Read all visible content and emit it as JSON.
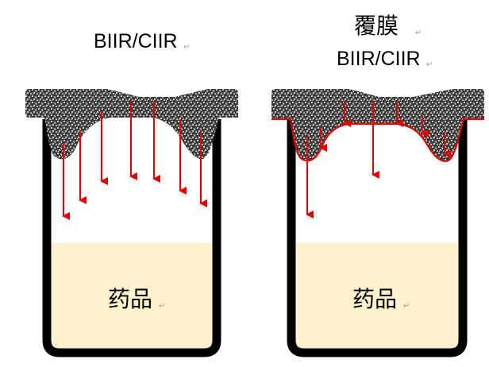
{
  "left_panel": {
    "title": "BIIR/CIIR",
    "drug_label": "药品",
    "return_mark": "↵"
  },
  "right_panel": {
    "title_line1": "覆膜",
    "title_line2": "BIIR/CIIR",
    "drug_label": "药品",
    "return_mark": "↵"
  },
  "colors": {
    "arrow": "#e00000",
    "film": "#e00000",
    "drug_fill": "#fff2cc",
    "vial_wall": "#000000",
    "stopper_base": "#3c3c3c",
    "stopper_speckle": "#bfbfbf"
  },
  "icons": {
    "vial": "vial-container",
    "stopper": "rubber-stopper",
    "arrow": "down-arrow-icon"
  }
}
